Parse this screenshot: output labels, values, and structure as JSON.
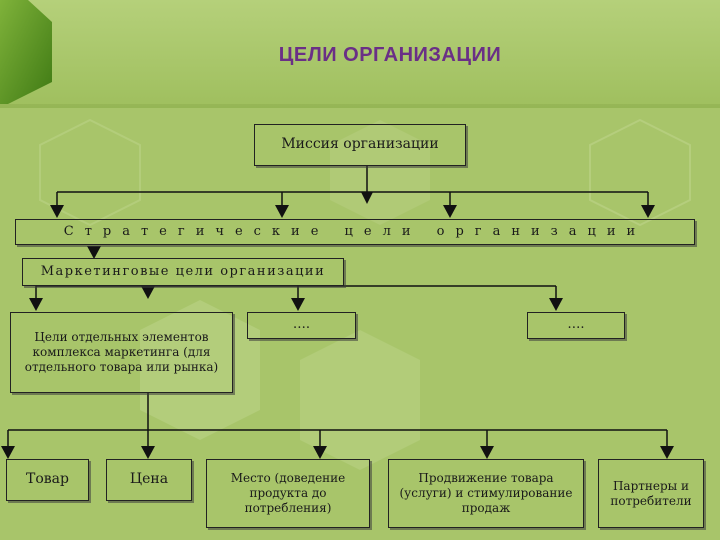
{
  "title": "ЦЕЛИ ОРГАНИЗАЦИИ",
  "mission": "Миссия организации",
  "strategic": "Стратегические цели организации",
  "marketing": "Маркетинговые цели организации",
  "elements": "Цели отдельных элементов комплекса маркетинга (для отдельного товара или рынка)",
  "dots1": "….",
  "dots2": "….",
  "product": "Товар",
  "price": "Цена",
  "place": "Место (доведение продукта до потребления)",
  "promotion": "Продвижение товара (услуги) и стимулирование продаж",
  "partners": "Партнеры и потребители",
  "colors": {
    "background": "#a8c56a",
    "title": "#6a2f86",
    "accent_dark": "#5e8f22",
    "lines": "#111111"
  }
}
